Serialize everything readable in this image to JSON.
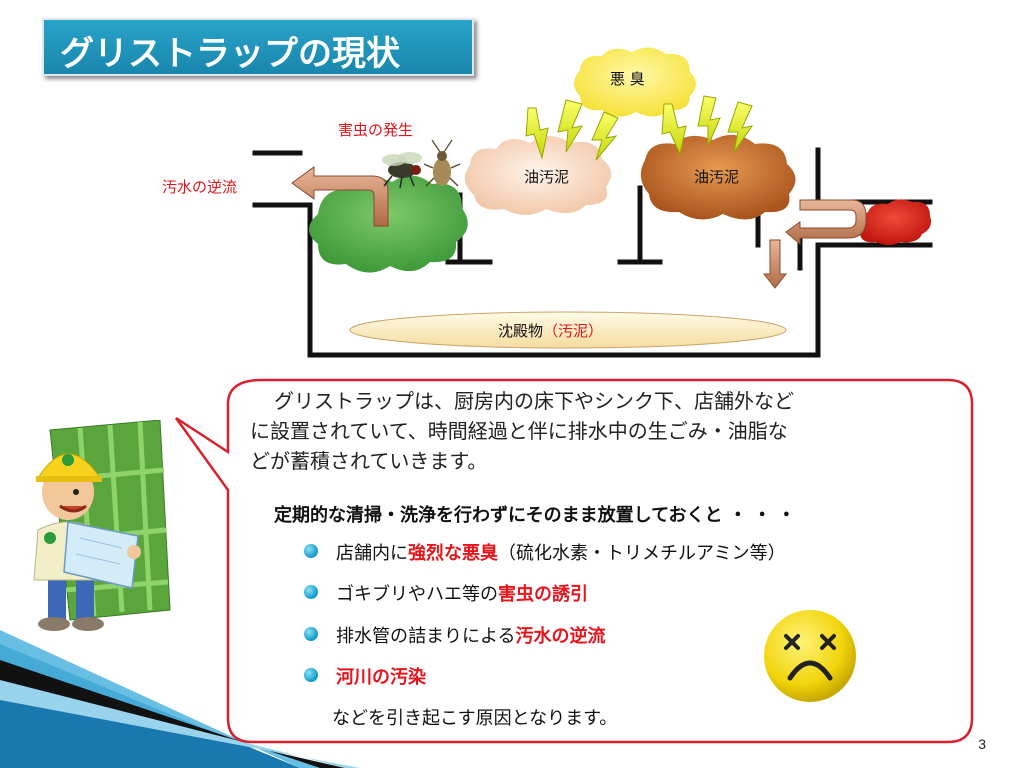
{
  "title": "グリストラップの現状",
  "diagram": {
    "odor": "悪 臭",
    "pests": "害虫の発生",
    "backflow": "汚水の逆流",
    "oil1": "油汚泥",
    "oil2": "油汚泥",
    "sediment_main": "沈殿物",
    "sediment_paren": "（汚泥）"
  },
  "callout": {
    "paragraph_line1": "グリストラップは、厨房内の床下やシンク下、店舗外など",
    "paragraph_line2": "に設置されていて、時間経過と伴に排水中の生ごみ・油脂な",
    "paragraph_line3": "どが蓄積されていきます。",
    "lead": "定期的な清掃・洗浄を行わずにそのまま放置しておくと ・ ・ ・",
    "bullets": [
      {
        "prefix": "店舗内に",
        "highlight": "強烈な悪臭",
        "suffix": "（硫化水素・トリメチルアミン等）"
      },
      {
        "prefix": "ゴキブリやハエ等の",
        "highlight": "害虫の誘引",
        "suffix": ""
      },
      {
        "prefix": "排水管の詰まりによる",
        "highlight": "汚水の逆流",
        "suffix": ""
      },
      {
        "prefix": "",
        "highlight": "河川の汚染",
        "suffix": ""
      }
    ],
    "closing": "などを引き起こす原因となります。"
  },
  "page_number": "3",
  "colors": {
    "title_bg": "#1f98bf",
    "highlight": "#e8141b",
    "callout_border": "#d9212b"
  }
}
